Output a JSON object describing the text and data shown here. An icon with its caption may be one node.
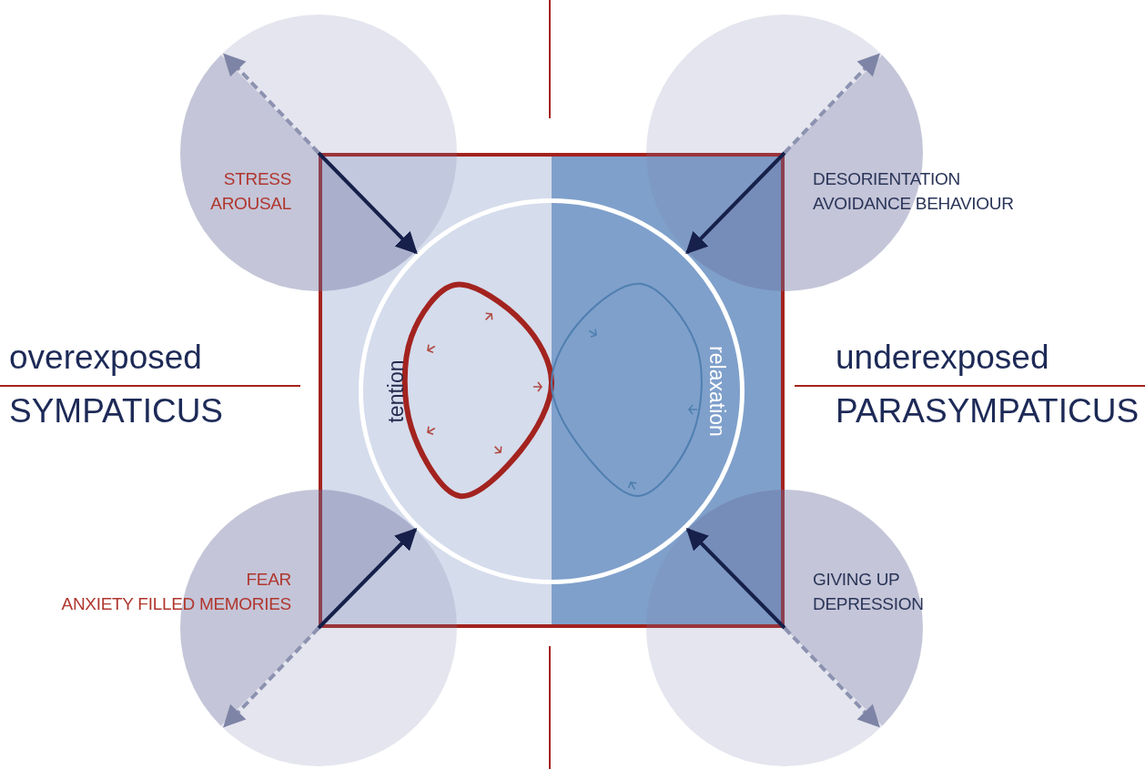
{
  "diagram": {
    "nodes": [
      {
        "text": [
          "STRESS",
          "AROUSAL"
        ]
      },
      {
        "text": [
          "DESORIENTATION",
          "AVOIDANCE BEHAVIOUR"
        ]
      },
      {
        "text": [],
        "shape": "box"
      },
      {
        "text": [
          "tention",
          "relaxation"
        ],
        "in": 2
      },
      {
        "text": [
          "FEAR",
          "ANXIETY FILLED MEMORIES"
        ]
      },
      {
        "text": [
          "GIVING UP",
          "DEPRESSION"
        ]
      }
    ],
    "edges": [
      {
        "from": 0,
        "to": 3,
        "arrow": "to"
      },
      {
        "from": 1,
        "to": 3,
        "arrow": "to"
      },
      {
        "from": 4,
        "to": 3,
        "arrow": "to"
      },
      {
        "from": 5,
        "to": 3,
        "arrow": "to"
      }
    ],
    "labels": [
      "overexposed",
      "SYMPATICUS",
      "underexposed",
      "PARASYMPATICUS"
    ]
  }
}
